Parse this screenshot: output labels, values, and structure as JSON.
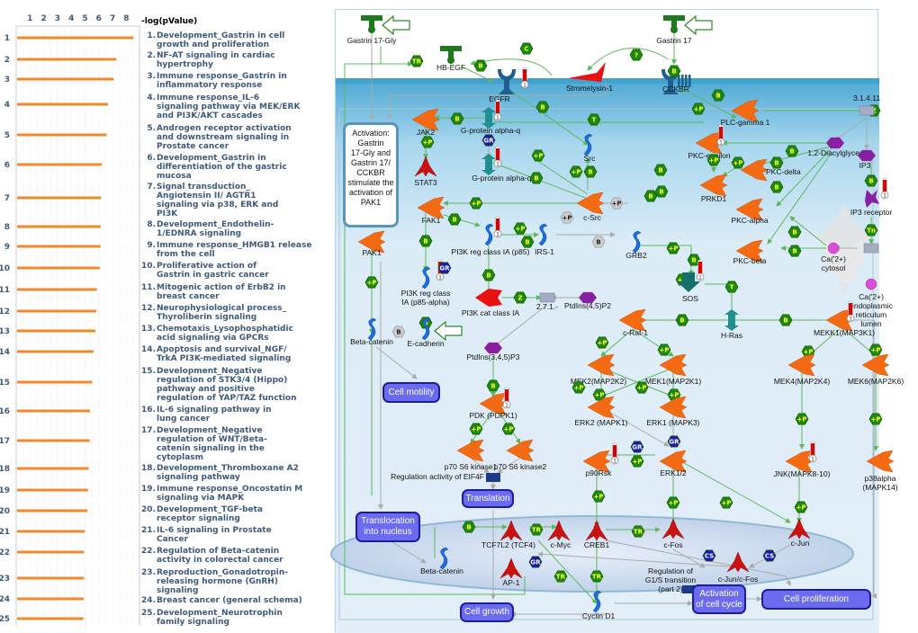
{
  "chart_data": {
    "type": "bar",
    "orientation": "horizontal",
    "xlabel": "-log(pValue)",
    "x_ticks": [
      1,
      2,
      3,
      4,
      5,
      6,
      7,
      8
    ],
    "xlim": [
      0,
      9
    ],
    "grid": true,
    "categories": [
      "1",
      "2",
      "3",
      "4",
      "5",
      "6",
      "7",
      "8",
      "9",
      "10",
      "11",
      "12",
      "13",
      "14",
      "15",
      "16",
      "17",
      "18",
      "19",
      "20",
      "21",
      "22",
      "23",
      "24",
      "25"
    ],
    "values": [
      8.45,
      7.2,
      7.0,
      6.6,
      6.5,
      6.15,
      6.1,
      6.07,
      6.05,
      6.0,
      5.8,
      5.75,
      5.7,
      5.55,
      5.45,
      5.3,
      5.27,
      5.2,
      5.15,
      5.1,
      4.9,
      4.85,
      4.85,
      4.83,
      4.82
    ],
    "bar_color": "#f0892b",
    "pathways": [
      "Development_Gastrin in cell growth and proliferation",
      "NF-AT signaling in cardiac hypertrophy",
      "Immune response_Gastrin in inflammatory response",
      "Immune response_IL-6 signaling pathway via MEK/ERK and PI3K/AKT cascades",
      "Androgen receptor activation and downstream signaling in Prostate cancer",
      "Development_Gastrin in differentiation of the gastric mucosa",
      "Signal transduction_ Angiotensin II/ AGTR1 signaling via p38, ERK and PI3K",
      "Development_Endothelin-1/EDNRA signaling",
      "Immune response_HMGB1 release from the cell",
      "Proliferative action of Gastrin in gastric cancer",
      "Mitogenic action of ErbB2 in breast cancer",
      "Neurophysiological process_ Thyroliberin signaling",
      "Chemotaxis_Lysophosphatidic acid signaling via GPCRs",
      "Apoptosis and survival_NGF/ TrkA PI3K-mediated signaling",
      "Development_Negative regulation of STK3/4 (Hippo) pathway and positive regulation of YAP/TAZ function",
      "IL-6 signaling pathway in lung cancer",
      "Development_Negative regulation of WNT/Beta-catenin signaling in the cytoplasm",
      "Development_Thromboxane A2 signaling pathway",
      "Immune response_Oncostatin M signaling via MAPK",
      "Development_TGF-beta receptor signaling",
      "IL-6 signaling in Prostate Cancer",
      "Regulation of Beta-catenin activity in colorectal cancer",
      "Reproduction_Gonadotropin-releasing hormone (GnRH) signaling",
      "Breast cancer (general schema)",
      "Development_Neurotrophin family signaling"
    ],
    "pathway_lines": [
      [
        "Development_Gastrin in cell",
        "growth and proliferation"
      ],
      [
        "NF-AT signaling in cardiac",
        "hypertrophy"
      ],
      [
        "Immune response_Gastrin in",
        "inflammatory response"
      ],
      [
        "Immune response_IL-6",
        "signaling pathway via MEK/ERK",
        "and PI3K/AKT cascades"
      ],
      [
        "Androgen receptor activation",
        "and downstream signaling in",
        "Prostate cancer"
      ],
      [
        "Development_Gastrin in",
        "differentiation of the gastric",
        "mucosa"
      ],
      [
        "Signal transduction_",
        "Angiotensin II/ AGTR1",
        "signaling via p38, ERK and",
        "PI3K"
      ],
      [
        "Development_Endothelin-",
        "1/EDNRA signaling"
      ],
      [
        "Immune response_HMGB1 release",
        "from the cell"
      ],
      [
        "Proliferative action of",
        "Gastrin in gastric cancer"
      ],
      [
        "Mitogenic action of ErbB2 in",
        "breast cancer"
      ],
      [
        "Neurophysiological process_",
        "Thyroliberin signaling"
      ],
      [
        "Chemotaxis_Lysophosphatidic",
        "acid signaling via GPCRs"
      ],
      [
        "Apoptosis and survival_NGF/",
        "TrkA PI3K-mediated signaling"
      ],
      [
        "Development_Negative",
        "regulation of STK3/4 (Hippo)",
        "pathway and positive",
        "regulation of YAP/TAZ function"
      ],
      [
        "IL-6 signaling pathway in",
        "lung cancer"
      ],
      [
        "Development_Negative",
        "regulation of WNT/Beta-",
        "catenin signaling in the",
        "cytoplasm"
      ],
      [
        "Development_Thromboxane A2",
        "signaling pathway"
      ],
      [
        "Immune response_Oncostatin M",
        "signaling via MAPK"
      ],
      [
        "Development_TGF-beta",
        "receptor signaling"
      ],
      [
        "IL-6 signaling in Prostate",
        "Cancer"
      ],
      [
        "Regulation of Beta-catenin",
        "activity in colorectal cancer"
      ],
      [
        "Reproduction_Gonadotropin-",
        "releasing hormone (GnRH)",
        "signaling"
      ],
      [
        "Breast cancer (general schema)"
      ],
      [
        "Development_Neurotrophin",
        "family signaling"
      ]
    ]
  },
  "diagram": {
    "title_note": [
      "Activation:",
      "Gastrin",
      "17-Gly and",
      "Gastrin 17/",
      "CCKBR",
      "stimulate the",
      "activation of",
      "PAK1"
    ],
    "processes": {
      "cell_motility": "Cell motility",
      "translation": "Translation",
      "translocation": [
        "Translocation",
        "into nucleus"
      ],
      "cell_growth": "Cell growth",
      "activation_cell_cycle": [
        "Activation",
        "of cell cycle"
      ],
      "cell_proliferation": "Cell proliferation"
    },
    "labels": {
      "gastrin17gly": "Gastrin 17-Gly",
      "gastrin17": "Gastrin 17",
      "hbegf": "HB-EGF",
      "egfr": "EGFR",
      "stromelysin": "Stromelysin-1",
      "cckbr": "CCKBR",
      "jak2": "JAK2",
      "gaq": "G-protein alpha-q",
      "gaq11": "G-protein alpha-q/11",
      "stat3": "STAT3",
      "src": "Src",
      "csrc": "c-Src",
      "plcg": "PLC-gamma 1",
      "e31411": "3.1.4.11",
      "dag": "1,2-Diacylglycero",
      "ip3": "IP3",
      "ip3r": "IP3 receptor",
      "pkce": "PKC-epsilon",
      "pkcd": "PKC-delta",
      "prkd1": "PRKD1",
      "pkca": "PKC-alpha",
      "pkcb": "PKC-beta",
      "ca_cyt": [
        "Ca('2+)",
        "cytosol"
      ],
      "ca_er": [
        "Ca('2+)",
        "endoplasmic",
        "reticulum",
        "lumen"
      ],
      "fak1": "FAK1",
      "pak1": "PAK1",
      "pi3k_p85": "PI3K reg class IA (p85)",
      "irs1": "IRS-1",
      "grb2": "GRB2",
      "sos": "SOS",
      "pi3k_p85a": [
        "PI3K reg class",
        "IA (p85-alpha)"
      ],
      "pi3k_cat": "PI3K cat class IA",
      "e271": "2.7.1.-",
      "pip2": "PtdIns(4,5)P2",
      "pip3": "PtdIns(3,4,5)P3",
      "betacat": "Beta-catenin",
      "ecad": "E-cadherin",
      "craf": "c-Raf-1",
      "hras": "H-Ras",
      "mekk1": "MEKK1(MAP3K1)",
      "mek2": "MEK2(MAP2K2)",
      "mek1": "MEK1(MAP2K1)",
      "mek4": "MEK4(MAP2K4)",
      "mek6": "MEK6(MAP2K6)",
      "erk2": "ERK2 (MAPK1)",
      "erk1": "ERK1 (MAPK3)",
      "pdk": "PDK (PDPK1)",
      "p70s6k1": "p70 S6 kinase1",
      "p70s6k2": "p70 S6 kinase2",
      "eif4f": "Regulation activity of EIF4F",
      "p90rsk": "p90Rsk",
      "erk12": "ERK1/2",
      "jnk": "JNK(MAPK8-10)",
      "p38": [
        "p38alpha",
        "(MAPK14)"
      ],
      "tcf": "TCF7L2 (TCF4)",
      "cmyc": "c-Myc",
      "creb1": "CREB1",
      "cfos": "c-Fos",
      "cjun": "c-Jun",
      "betacat_nuc": "Beta-catenin",
      "ap1": "AP-1",
      "cjuncfos": "c-Jun/c-Fos",
      "cyclind1": "Cyclin D1",
      "g1s": [
        "Regulation of",
        "G1/S transition",
        "(part 2)"
      ]
    },
    "thermometer_value": "1",
    "colors": {
      "kinase": "#f46a12",
      "hex_green": "#1d8a0c",
      "hex_text": "#ffff33",
      "receptor": "#1f5f8f",
      "tf_red": "#cc1111",
      "compound_purple": "#8b1fa3",
      "process_blue": "#6b6bf0",
      "edge_green": "#5cb85c",
      "edge_grey": "#aaaaaa"
    }
  }
}
